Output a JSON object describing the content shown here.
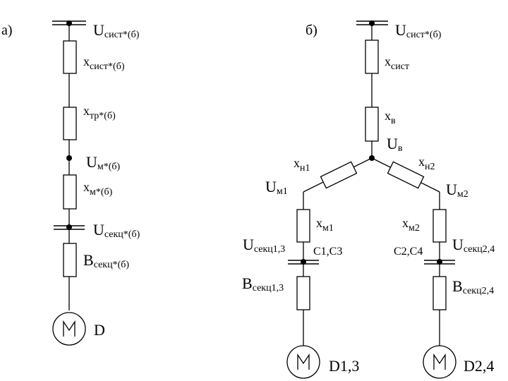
{
  "diagram_a": {
    "label": "а)",
    "u_sys": {
      "main": "U",
      "sub": "сист*(б)"
    },
    "x_sys": {
      "main": "x",
      "sub": "сист*(б)"
    },
    "x_tr": {
      "main": "x",
      "sub": "тр*(б)"
    },
    "u_m": {
      "main": "U",
      "sub": "м*(б)"
    },
    "x_m": {
      "main": "x",
      "sub": "м*(б)"
    },
    "u_sekc": {
      "main": "U",
      "sub": "секц*(б)"
    },
    "b_sekc": {
      "main": "B",
      "sub": "секц*(б)"
    },
    "motor": "D"
  },
  "diagram_b": {
    "label": "б)",
    "u_sys": {
      "main": "U",
      "sub": "сист*(б)"
    },
    "x_sys": {
      "main": "x",
      "sub": "сист"
    },
    "x_v": {
      "main": "x",
      "sub": "в"
    },
    "u_v": {
      "main": "U",
      "sub": "в"
    },
    "x_n1": {
      "main": "x",
      "sub": "н1"
    },
    "x_n2": {
      "main": "x",
      "sub": "н2"
    },
    "u_m1": {
      "main": "U",
      "sub": "м1"
    },
    "u_m2": {
      "main": "U",
      "sub": "м2"
    },
    "x_m1": {
      "main": "x",
      "sub": "м1"
    },
    "x_m2": {
      "main": "x",
      "sub": "м2"
    },
    "u_sekc13": {
      "main": "U",
      "sub": "секц1,3"
    },
    "u_sekc24": {
      "main": "U",
      "sub": "секц2,4"
    },
    "c13": "С1,С3",
    "c24": "С2,С4",
    "b_sekc13": {
      "main": "B",
      "sub": "секц1,3"
    },
    "b_sekc24": {
      "main": "B",
      "sub": "секц2,4"
    },
    "motor1": "D1,3",
    "motor2": "D2,4"
  }
}
